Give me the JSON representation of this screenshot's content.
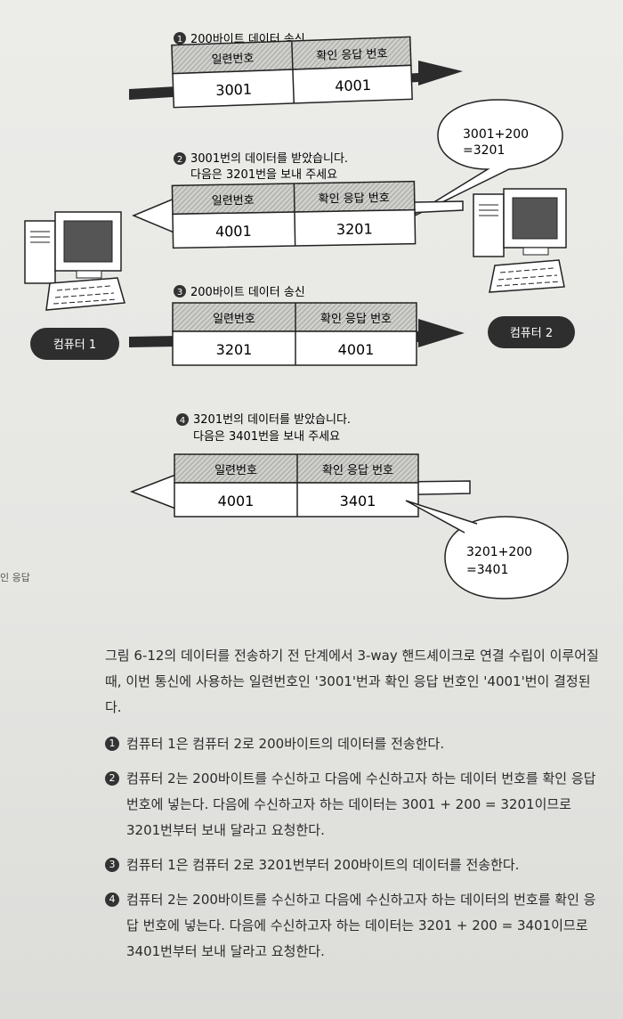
{
  "figure": {
    "steps": [
      {
        "num": "1",
        "lines": [
          "200바이트 데이터 송신"
        ],
        "seq": "3001",
        "ack": "4001"
      },
      {
        "num": "2",
        "lines": [
          "3001번의 데이터를 받았습니다.",
          "다음은 3201번을 보내 주세요"
        ],
        "seq": "4001",
        "ack": "3201"
      },
      {
        "num": "3",
        "lines": [
          "200바이트 데이터 송신"
        ],
        "seq": "3201",
        "ack": "4001"
      },
      {
        "num": "4",
        "lines": [
          "3201번의 데이터를 받았습니다.",
          "다음은 3401번을 보내 주세요"
        ],
        "seq": "4001",
        "ack": "3401"
      }
    ],
    "header_seq": "일련번호",
    "header_ack": "확인 응답 번호",
    "bubble1": [
      "3001+200",
      "=3201"
    ],
    "bubble2": [
      "3201+200",
      "=3401"
    ],
    "computer1": "컴퓨터 1",
    "computer2": "컴퓨터 2"
  },
  "side_label": "인 응답",
  "body": {
    "intro": "그림 6-12의 데이터를 전송하기 전 단계에서 3-way 핸드셰이크로 연결 수립이 이루어질 때, 이번 통신에 사용하는 일련번호인 '3001'번과 확인 응답 번호인 '4001'번이 결정된다.",
    "items": [
      {
        "num": "1",
        "text": "컴퓨터 1은 컴퓨터 2로 200바이트의 데이터를 전송한다."
      },
      {
        "num": "2",
        "text": "컴퓨터 2는 200바이트를 수신하고 다음에 수신하고자 하는 데이터 번호를 확인 응답 번호에 넣는다. 다음에 수신하고자 하는 데이터는 3001 + 200 = 3201이므로 3201번부터 보내 달라고 요청한다."
      },
      {
        "num": "3",
        "text": "컴퓨터 1은 컴퓨터 2로 3201번부터 200바이트의 데이터를 전송한다."
      },
      {
        "num": "4",
        "text": "컴퓨터 2는 200바이트를 수신하고 다음에 수신하고자 하는 데이터의 번호를 확인 응답 번호에 넣는다. 다음에 수신하고자 하는 데이터는 3201 + 200 = 3401이므로 3401번부터 보내 달라고 요청한다."
      }
    ]
  }
}
